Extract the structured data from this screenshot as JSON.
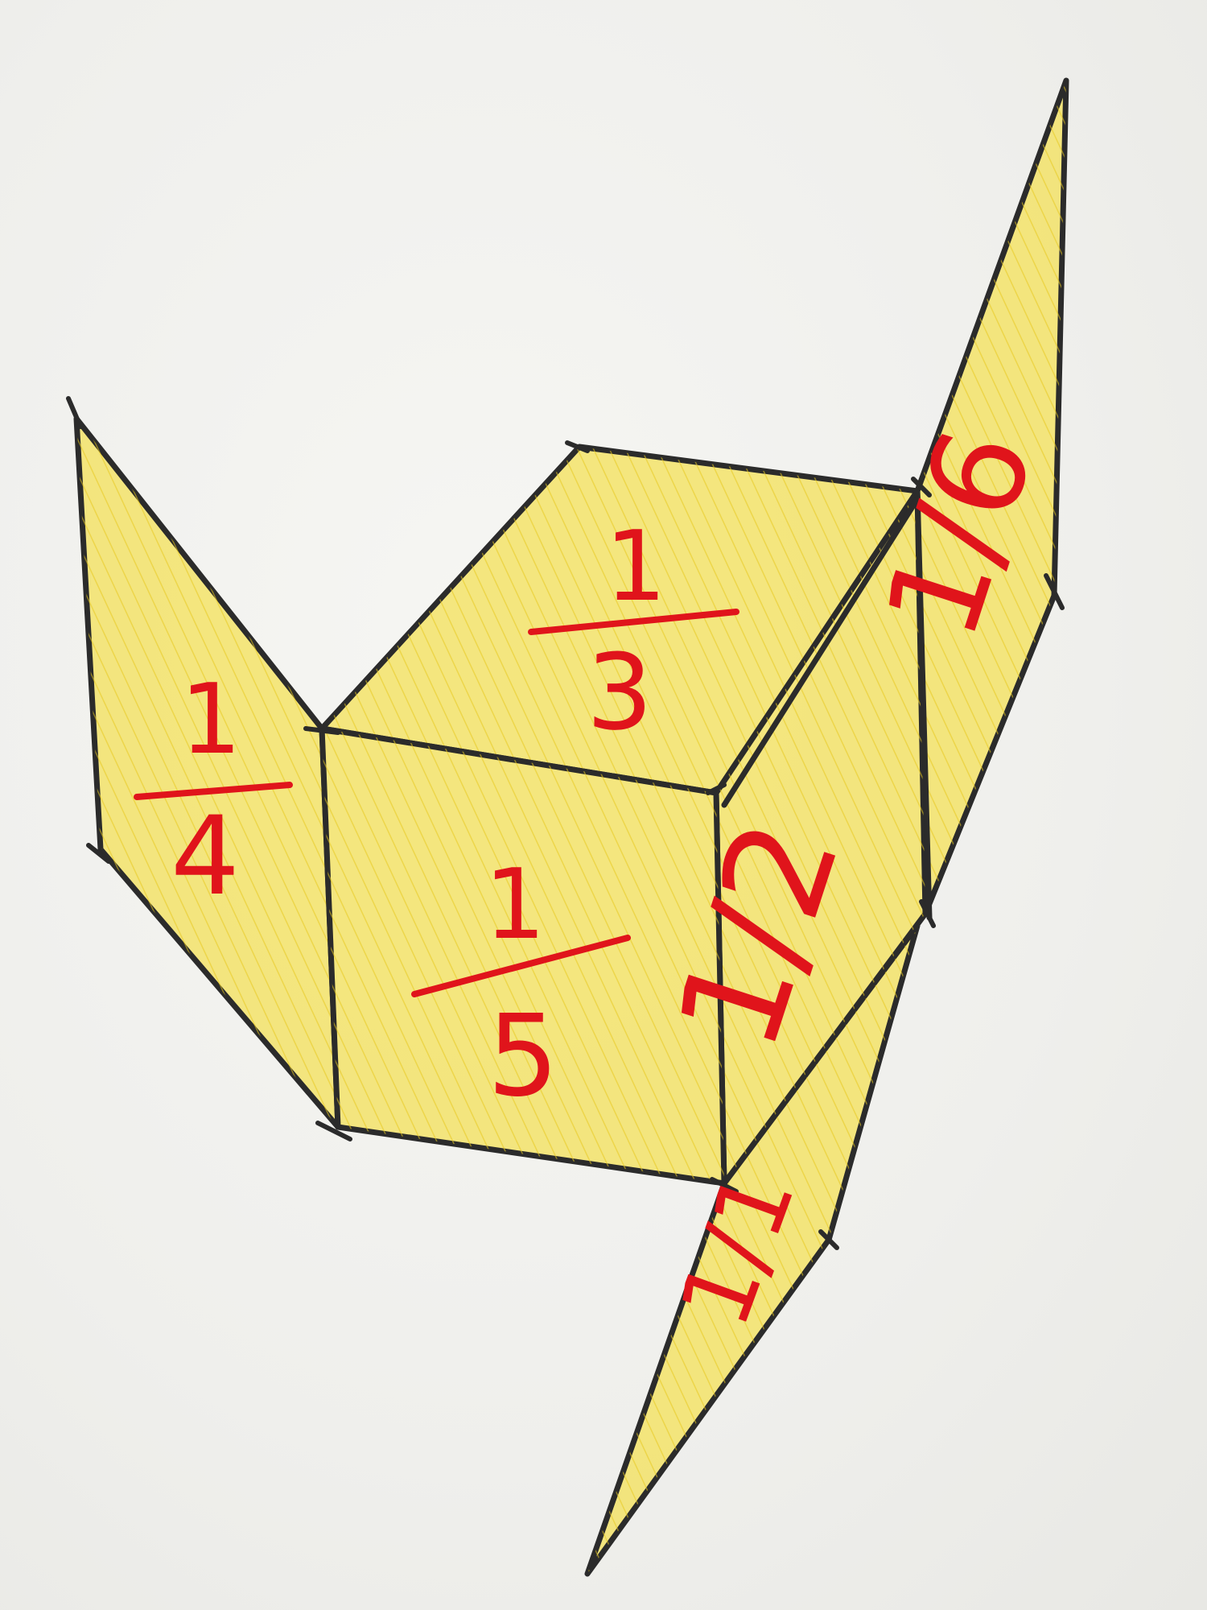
{
  "faces": {
    "top": {
      "numerator": "1",
      "denominator": "3"
    },
    "front": {
      "numerator": "1",
      "denominator": "5"
    },
    "left": {
      "numerator": "1",
      "denominator": "4"
    },
    "right_side": {
      "text": "1/2"
    },
    "far_right": {
      "text": "1/6"
    },
    "bottom_flap": {
      "text": "1/1"
    }
  },
  "colors": {
    "face_fill": "#f3e25e",
    "outline": "#2b2b2b",
    "text": "#e0141b",
    "paper": "#f2f2ef"
  }
}
